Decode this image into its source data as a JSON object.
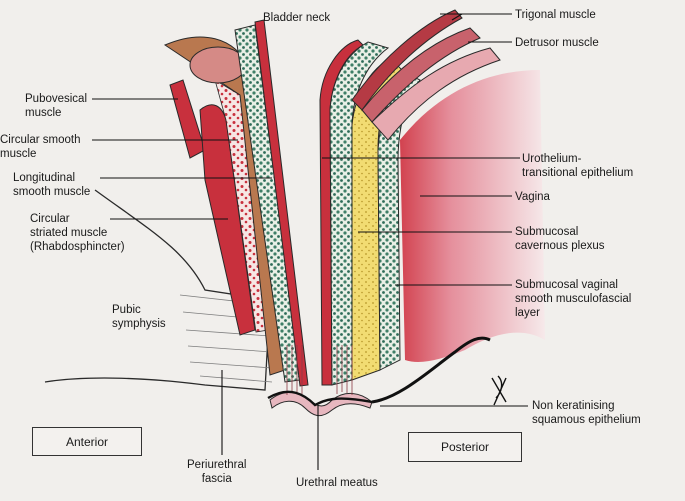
{
  "labels": {
    "bladder_neck": "Bladder neck",
    "trigonal_muscle": "Trigonal muscle",
    "detrusor_muscle": "Detrusor muscle",
    "pubovesical_muscle": "Pubovesical\nmuscle",
    "circular_smooth_muscle": "Circular smooth\nmuscle",
    "longitudinal_smooth_muscle": "Longitudinal\nsmooth muscle",
    "circular_striated_muscle": "Circular\nstriated muscle\n(Rhabdosphincter)",
    "pubic_symphysis": "Pubic\nsymphysis",
    "urothelium": "Urothelium-\ntransitional epithelium",
    "vagina": "Vagina",
    "submucosal_cavernous_plexus": "Submucosal\ncavernous plexus",
    "submucosal_vaginal_layer": "Submucosal vaginal\nsmooth musculofascial\nlayer",
    "non_keratinising_epithelium": "Non keratinising\nsquamous epithelium",
    "periurethral_fascia": "Periurethral\nfascia",
    "urethral_meatus": "Urethral meatus"
  },
  "boxes": {
    "anterior": "Anterior",
    "posterior": "Posterior"
  },
  "colors": {
    "background": "#f1efec",
    "muscle_red": "#c8303d",
    "muscle_brown": "#b9784f",
    "mucosa_green": "#3f7f67",
    "plexus_yellow": "#f2dc72",
    "vagina_pink": "#e0a0ab",
    "outline": "#1d1d1d"
  }
}
